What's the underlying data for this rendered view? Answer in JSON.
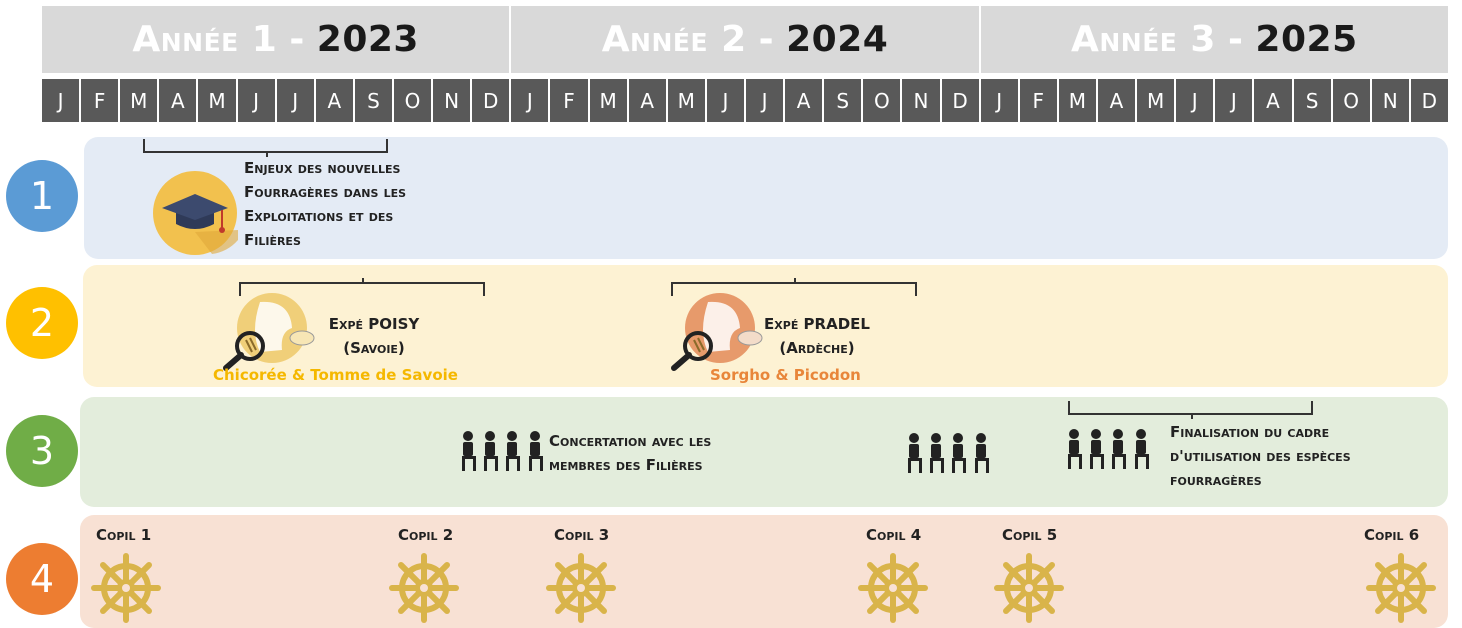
{
  "header": {
    "years": [
      {
        "label": "Année 1",
        "sep": "-",
        "year": "2023"
      },
      {
        "label": "Année 2",
        "sep": "-",
        "year": "2024"
      },
      {
        "label": "Année 3",
        "sep": "-",
        "year": "2025"
      }
    ],
    "months": [
      "J",
      "F",
      "M",
      "A",
      "M",
      "J",
      "J",
      "A",
      "S",
      "O",
      "N",
      "D",
      "J",
      "F",
      "M",
      "A",
      "M",
      "J",
      "J",
      "A",
      "S",
      "O",
      "N",
      "D",
      "J",
      "F",
      "M",
      "A",
      "M",
      "J",
      "J",
      "A",
      "S",
      "O",
      "N",
      "D"
    ]
  },
  "rows": [
    {
      "number": "1",
      "color": "#5b9bd5"
    },
    {
      "number": "2",
      "color": "#ffc000"
    },
    {
      "number": "3",
      "color": "#70ad47"
    },
    {
      "number": "4",
      "color": "#ed7d31"
    }
  ],
  "row1": {
    "text_lines": [
      "Enjeux des nouvelles",
      "Fourragères dans les",
      "Exploitations et des",
      "Filières"
    ],
    "icon": "graduation-cap-icon"
  },
  "row2": {
    "poisy": {
      "title": "Expé POISY",
      "region": "(Savoie)",
      "subtitle": "Chicorée & Tomme de Savoie",
      "subtitle_color": "#f5b800",
      "icon": "cheese-magnifier-icon"
    },
    "pradel": {
      "title": "Expé PRADEL",
      "region": "(Ardèche)",
      "subtitle": "Sorgho & Picodon",
      "subtitle_color": "#e8863a",
      "icon": "cheese-magnifier-icon"
    }
  },
  "row3": {
    "concertation": [
      "Concertation avec les",
      "membres des Filières"
    ],
    "finalisation": [
      "Finalisation du cadre",
      "d'utilisation des espèces",
      "fourragères"
    ],
    "icon": "meeting-people-icon"
  },
  "row4": {
    "copils": [
      "Copil 1",
      "Copil 2",
      "Copil 3",
      "Copil 4",
      "Copil 5",
      "Copil 6"
    ],
    "icon": "ship-wheel-icon",
    "icon_color": "#d9b44a"
  }
}
